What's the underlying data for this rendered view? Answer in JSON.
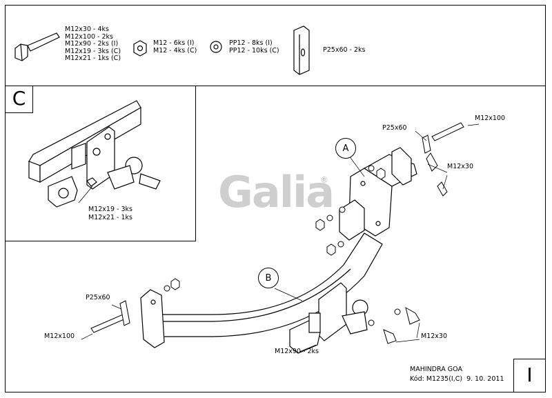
{
  "parts": {
    "bolt": [
      "M12x30 - 4ks",
      "M12x100 - 2ks",
      "M12x90 - 2ks (I)",
      "M12x19 - 3ks (C)",
      "M12x21 - 1ks (C)"
    ],
    "nut": [
      "M12 - 6ks (I)",
      "M12 - 4ks (C)"
    ],
    "washer": [
      "PP12 - 8ks (I)",
      "PP12 - 10ks (C)"
    ],
    "plate": [
      "P25x60 - 2ks"
    ]
  },
  "inset": {
    "label": "C",
    "bolts": [
      "M12x19 - 3ks",
      "M12x21 - 1ks"
    ]
  },
  "logo": {
    "text": "Galia",
    "mark": "®"
  },
  "callouts": {
    "a": "A",
    "b": "B",
    "p25x60_top": "P25x60",
    "m12x100_top": "M12x100",
    "m12x30_top": "M12x30",
    "p25x60_left": "P25x60",
    "m12x100_left": "M12x100",
    "m12x90": "M12x90 - 2ks",
    "m12x30_bottom": "M12x30"
  },
  "titleblock": {
    "model": "MAHINDRA GOA",
    "code": "Kód: M1235(I,C)  9. 10. 2011",
    "sheet": "I"
  }
}
